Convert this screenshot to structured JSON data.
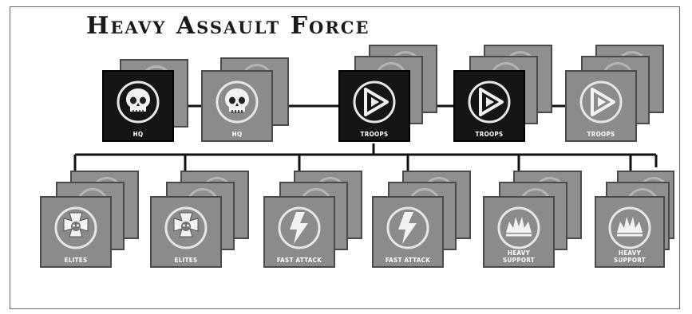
{
  "title": "Heavy Assault Force",
  "top_row": [
    {
      "label": "HQ",
      "icon": "skull-icon",
      "dark": true
    },
    {
      "label": "HQ",
      "icon": "skull-icon",
      "dark": false
    },
    {
      "label": "TROOPS",
      "icon": "troops-arrow-icon",
      "dark": true
    },
    {
      "label": "TROOPS",
      "icon": "troops-arrow-icon",
      "dark": true
    },
    {
      "label": "TROOPS",
      "icon": "troops-arrow-icon",
      "dark": false
    }
  ],
  "bottom_row": [
    {
      "label": "ELITES",
      "icon": "elites-cross-icon"
    },
    {
      "label": "ELITES",
      "icon": "elites-cross-icon"
    },
    {
      "label": "FAST ATTACK",
      "icon": "lightning-icon"
    },
    {
      "label": "FAST ATTACK",
      "icon": "lightning-icon"
    },
    {
      "label": "HEAVY\nSUPPORT",
      "icon": "explosion-icon"
    },
    {
      "label": "HEAVY\nSUPPORT",
      "icon": "explosion-icon"
    }
  ],
  "colors": {
    "dark_card": "#151515",
    "grey_card": "#8b8b8b",
    "line": "#111111"
  }
}
